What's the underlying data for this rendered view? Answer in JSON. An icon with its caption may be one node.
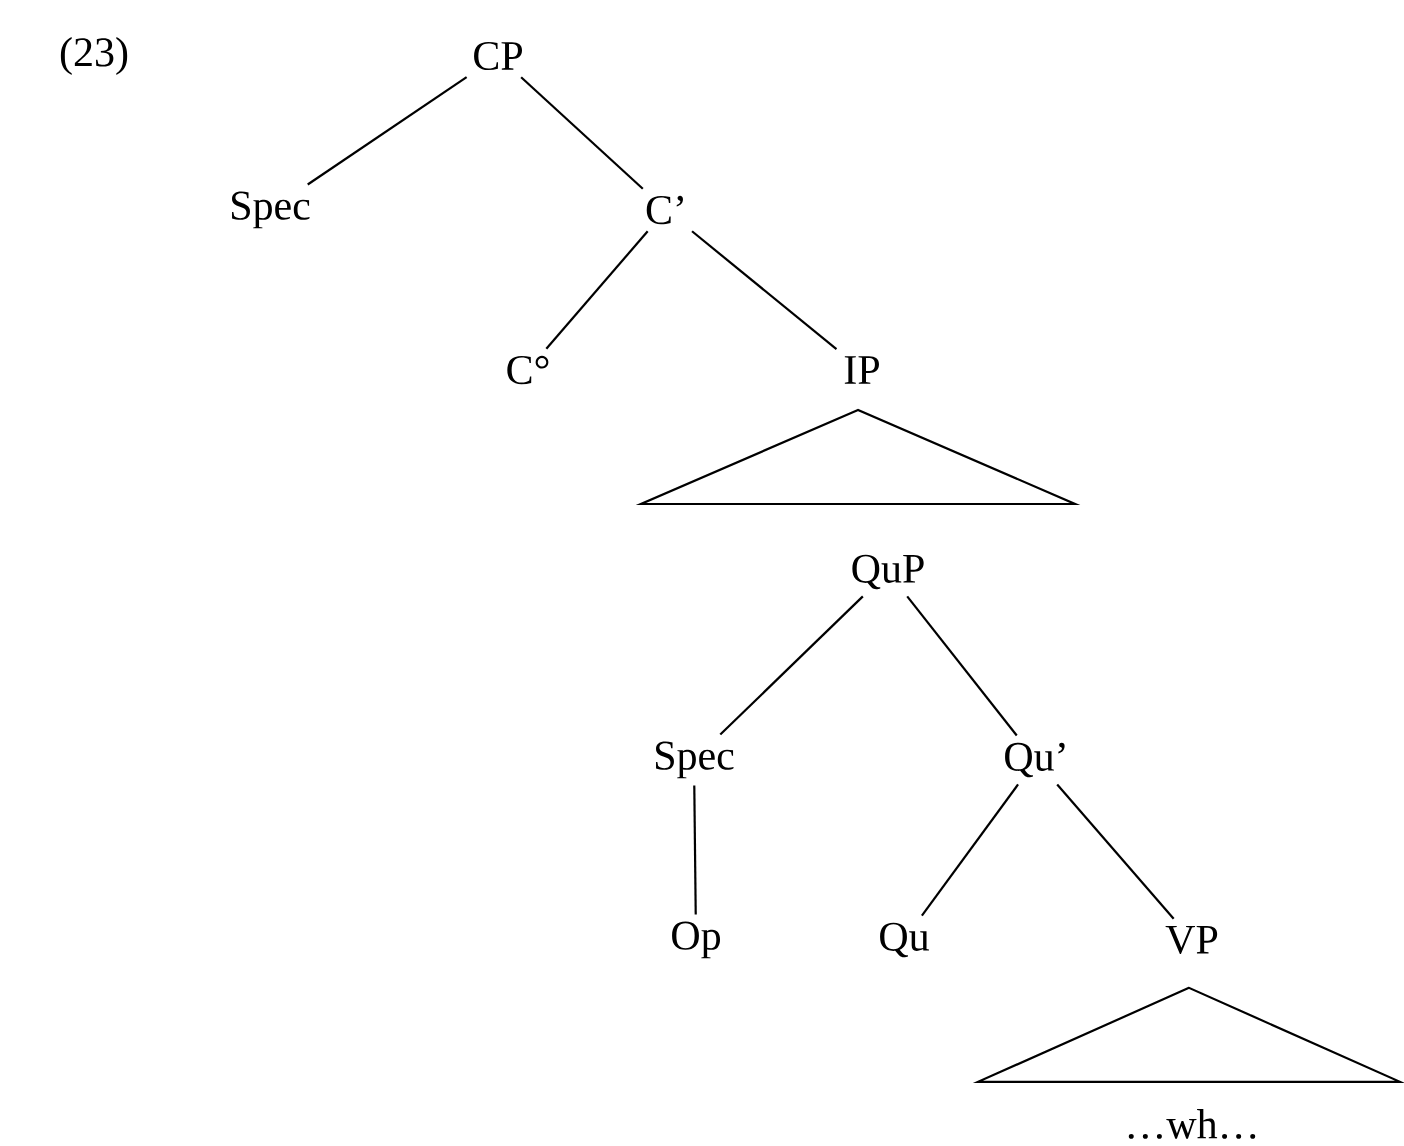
{
  "diagram": {
    "nodes": [
      {
        "text": [
          "CP"
        ]
      },
      {
        "text": [
          "Spec"
        ]
      },
      {
        "text": [
          "C’"
        ]
      },
      {
        "text": [
          "C°"
        ]
      },
      {
        "text": [
          "IP"
        ]
      },
      {
        "text": [],
        "shape": "triangle"
      },
      {
        "text": [
          "QuP"
        ]
      },
      {
        "text": [
          "Spec"
        ]
      },
      {
        "text": [
          "Qu’"
        ]
      },
      {
        "text": [
          "Op"
        ]
      },
      {
        "text": [
          "Qu"
        ]
      },
      {
        "text": [
          "VP"
        ]
      },
      {
        "text": [],
        "shape": "triangle"
      },
      {
        "text": [
          "…wh…"
        ]
      }
    ],
    "edges": [
      {
        "from": 0,
        "to": 1,
        "arrow": "none"
      },
      {
        "from": 0,
        "to": 2,
        "arrow": "none"
      },
      {
        "from": 2,
        "to": 3,
        "arrow": "none"
      },
      {
        "from": 2,
        "to": 4,
        "arrow": "none"
      },
      {
        "from": 6,
        "to": 7,
        "arrow": "none"
      },
      {
        "from": 6,
        "to": 8,
        "arrow": "none"
      },
      {
        "from": 7,
        "to": 9,
        "arrow": "none"
      },
      {
        "from": 8,
        "to": 10,
        "arrow": "none"
      },
      {
        "from": 8,
        "to": 11,
        "arrow": "none"
      }
    ],
    "labels": [
      "(23)"
    ]
  }
}
